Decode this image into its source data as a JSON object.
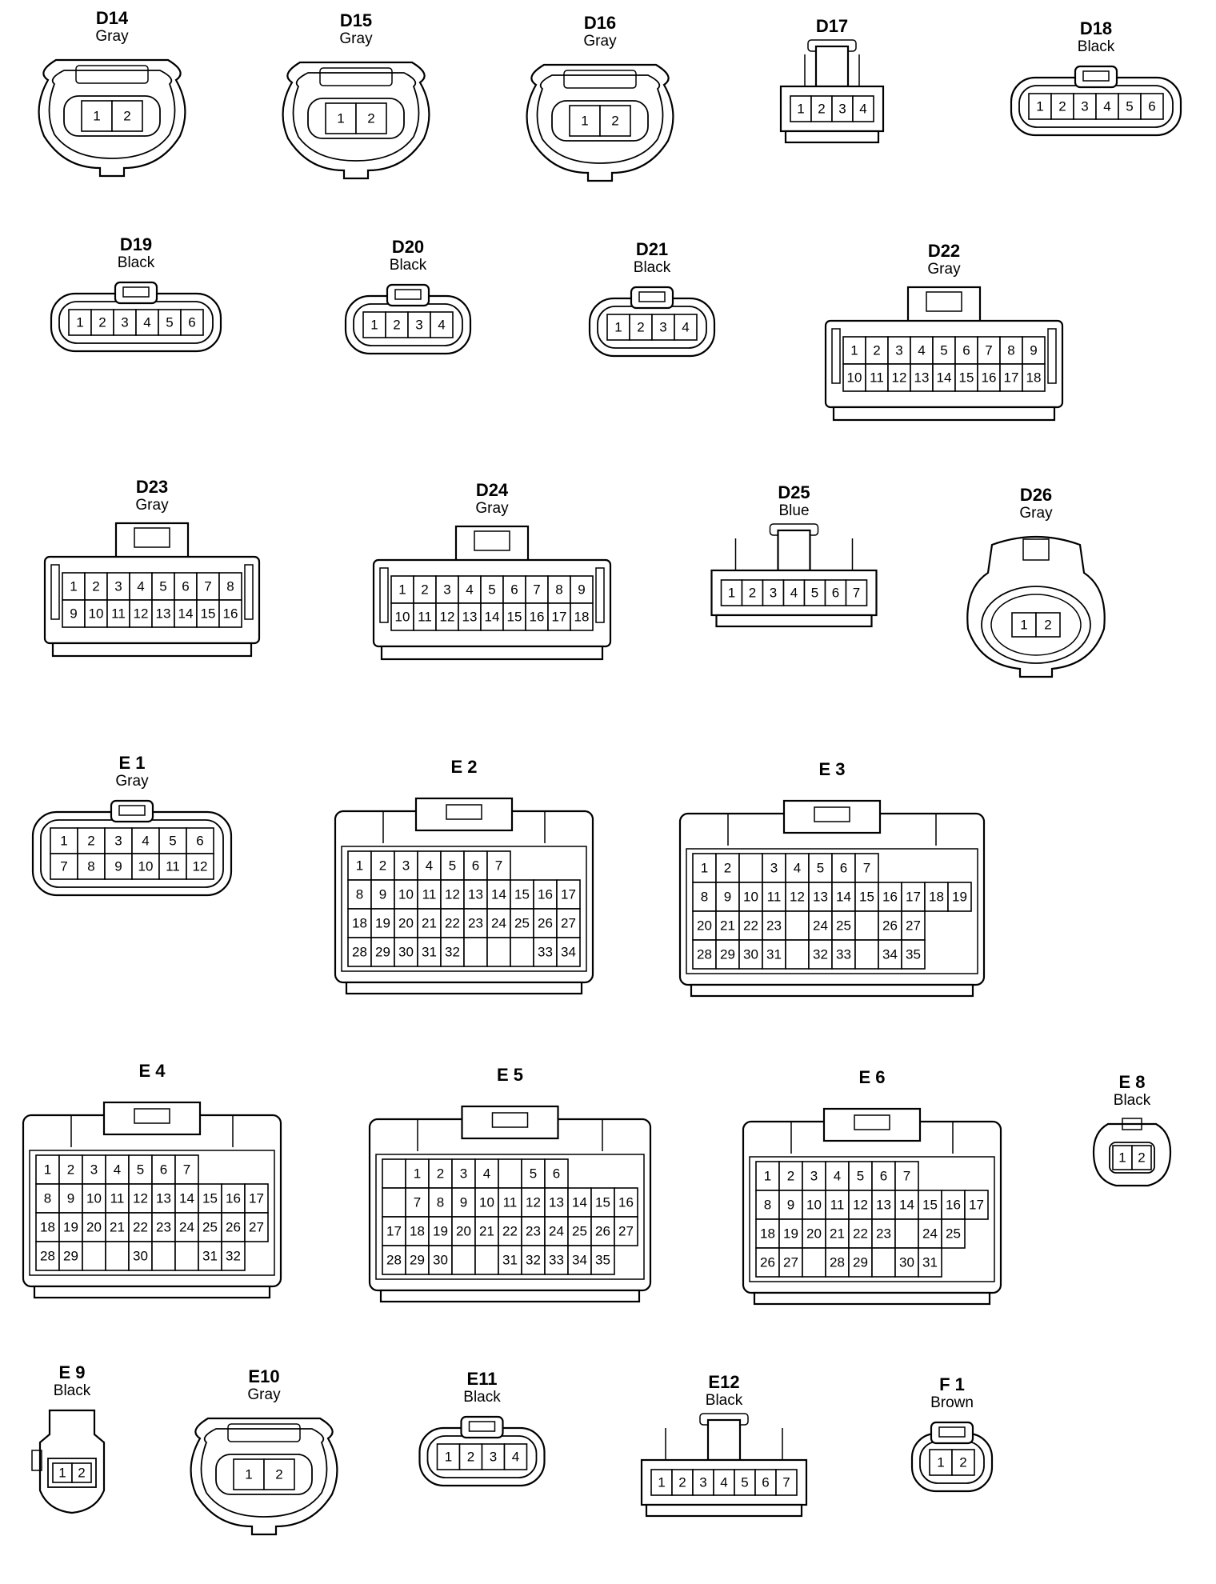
{
  "connectors": [
    {
      "code": "D14",
      "color": "Gray",
      "shape": "oval",
      "pins": [
        [
          "1",
          "2"
        ]
      ]
    },
    {
      "code": "D15",
      "color": "Gray",
      "shape": "oval",
      "pins": [
        [
          "1",
          "2"
        ]
      ]
    },
    {
      "code": "D16",
      "color": "Gray",
      "shape": "oval",
      "pins": [
        [
          "1",
          "2"
        ]
      ]
    },
    {
      "code": "D17",
      "color": "",
      "shape": "blade",
      "pins": [
        [
          "1",
          "2",
          "3",
          "4"
        ]
      ]
    },
    {
      "code": "D18",
      "color": "Black",
      "shape": "rounded",
      "pins": [
        [
          "1",
          "2",
          "3",
          "4",
          "5",
          "6"
        ]
      ]
    },
    {
      "code": "D19",
      "color": "Black",
      "shape": "rounded",
      "pins": [
        [
          "1",
          "2",
          "3",
          "4",
          "5",
          "6"
        ]
      ]
    },
    {
      "code": "D20",
      "color": "Black",
      "shape": "rounded",
      "pins": [
        [
          "1",
          "2",
          "3",
          "4"
        ]
      ]
    },
    {
      "code": "D21",
      "color": "Black",
      "shape": "rounded",
      "pins": [
        [
          "1",
          "2",
          "3",
          "4"
        ]
      ]
    },
    {
      "code": "D22",
      "color": "Gray",
      "shape": "block",
      "pins": [
        [
          "1",
          "2",
          "3",
          "4",
          "5",
          "6",
          "7",
          "8",
          "9"
        ],
        [
          "10",
          "11",
          "12",
          "13",
          "14",
          "15",
          "16",
          "17",
          "18"
        ]
      ]
    },
    {
      "code": "D23",
      "color": "Gray",
      "shape": "block",
      "pins": [
        [
          "1",
          "2",
          "3",
          "4",
          "5",
          "6",
          "7",
          "8"
        ],
        [
          "9",
          "10",
          "11",
          "12",
          "13",
          "14",
          "15",
          "16"
        ]
      ]
    },
    {
      "code": "D24",
      "color": "Gray",
      "shape": "block",
      "pins": [
        [
          "1",
          "2",
          "3",
          "4",
          "5",
          "6",
          "7",
          "8",
          "9"
        ],
        [
          "10",
          "11",
          "12",
          "13",
          "14",
          "15",
          "16",
          "17",
          "18"
        ]
      ]
    },
    {
      "code": "D25",
      "color": "Blue",
      "shape": "blade",
      "pins": [
        [
          "1",
          "2",
          "3",
          "4",
          "5",
          "6",
          "7"
        ]
      ]
    },
    {
      "code": "D26",
      "color": "Gray",
      "shape": "round",
      "pins": [
        [
          "1",
          "2"
        ]
      ]
    },
    {
      "code": "E 1",
      "color": "Gray",
      "shape": "rounded",
      "pins": [
        [
          "1",
          "2",
          "3",
          "4",
          "5",
          "6"
        ],
        [
          "7",
          "8",
          "9",
          "10",
          "11",
          "12"
        ]
      ]
    },
    {
      "code": "E 2",
      "color": "",
      "shape": "large",
      "pins": [
        [
          "1",
          "2",
          "3",
          "4",
          "5",
          "6",
          "7"
        ],
        [
          "8",
          "9",
          "10",
          "11",
          "12",
          "13",
          "14",
          "15",
          "16",
          "17"
        ],
        [
          "18",
          "19",
          "20",
          "21",
          "22",
          "23",
          "24",
          "25",
          "26",
          "27"
        ],
        [
          "28",
          "29",
          "30",
          "31",
          "32",
          "",
          "",
          "",
          "33",
          "34"
        ]
      ]
    },
    {
      "code": "E 3",
      "color": "",
      "shape": "large",
      "pins": [
        [
          "1",
          "2",
          "",
          "3",
          "4",
          "5",
          "6",
          "7"
        ],
        [
          "8",
          "9",
          "10",
          "11",
          "12",
          "13",
          "14",
          "15",
          "16",
          "17",
          "18",
          "19"
        ],
        [
          "20",
          "21",
          "22",
          "23",
          "",
          "24",
          "25",
          "",
          "26",
          "27"
        ],
        [
          "28",
          "29",
          "30",
          "31",
          "",
          "32",
          "33",
          "",
          "34",
          "35"
        ]
      ]
    },
    {
      "code": "E 4",
      "color": "",
      "shape": "large",
      "pins": [
        [
          "1",
          "2",
          "3",
          "4",
          "5",
          "6",
          "7"
        ],
        [
          "8",
          "9",
          "10",
          "11",
          "12",
          "13",
          "14",
          "15",
          "16",
          "17"
        ],
        [
          "18",
          "19",
          "20",
          "21",
          "22",
          "23",
          "24",
          "25",
          "26",
          "27"
        ],
        [
          "28",
          "29",
          "",
          "",
          "30",
          "",
          "",
          "31",
          "32"
        ]
      ]
    },
    {
      "code": "E 5",
      "color": "",
      "shape": "large",
      "pins": [
        [
          "",
          "1",
          "2",
          "3",
          "4",
          "",
          "5",
          "6"
        ],
        [
          "",
          "7",
          "8",
          "9",
          "10",
          "11",
          "12",
          "13",
          "14",
          "15",
          "16"
        ],
        [
          "17",
          "18",
          "19",
          "20",
          "21",
          "22",
          "23",
          "24",
          "25",
          "26",
          "27"
        ],
        [
          "28",
          "29",
          "30",
          "",
          "",
          "31",
          "32",
          "33",
          "34",
          "35"
        ]
      ]
    },
    {
      "code": "E 6",
      "color": "",
      "shape": "large",
      "pins": [
        [
          "1",
          "2",
          "3",
          "4",
          "5",
          "6",
          "7"
        ],
        [
          "8",
          "9",
          "10",
          "11",
          "12",
          "13",
          "14",
          "15",
          "16",
          "17"
        ],
        [
          "18",
          "19",
          "20",
          "21",
          "22",
          "23",
          "",
          "24",
          "25"
        ],
        [
          "26",
          "27",
          "",
          "28",
          "29",
          "",
          "30",
          "31"
        ]
      ]
    },
    {
      "code": "E 8",
      "color": "Black",
      "shape": "small",
      "pins": [
        [
          "1",
          "2"
        ]
      ]
    },
    {
      "code": "E 9",
      "color": "Black",
      "shape": "sensor",
      "pins": [
        [
          "1",
          "2"
        ]
      ]
    },
    {
      "code": "E10",
      "color": "Gray",
      "shape": "oval",
      "pins": [
        [
          "1",
          "2"
        ]
      ]
    },
    {
      "code": "E11",
      "color": "Black",
      "shape": "rounded",
      "pins": [
        [
          "1",
          "2",
          "3",
          "4"
        ]
      ]
    },
    {
      "code": "E12",
      "color": "Black",
      "shape": "blade",
      "pins": [
        [
          "1",
          "2",
          "3",
          "4",
          "5",
          "6",
          "7"
        ]
      ]
    },
    {
      "code": "F 1",
      "color": "Brown",
      "shape": "rounded",
      "pins": [
        [
          "1",
          "2"
        ]
      ]
    }
  ]
}
